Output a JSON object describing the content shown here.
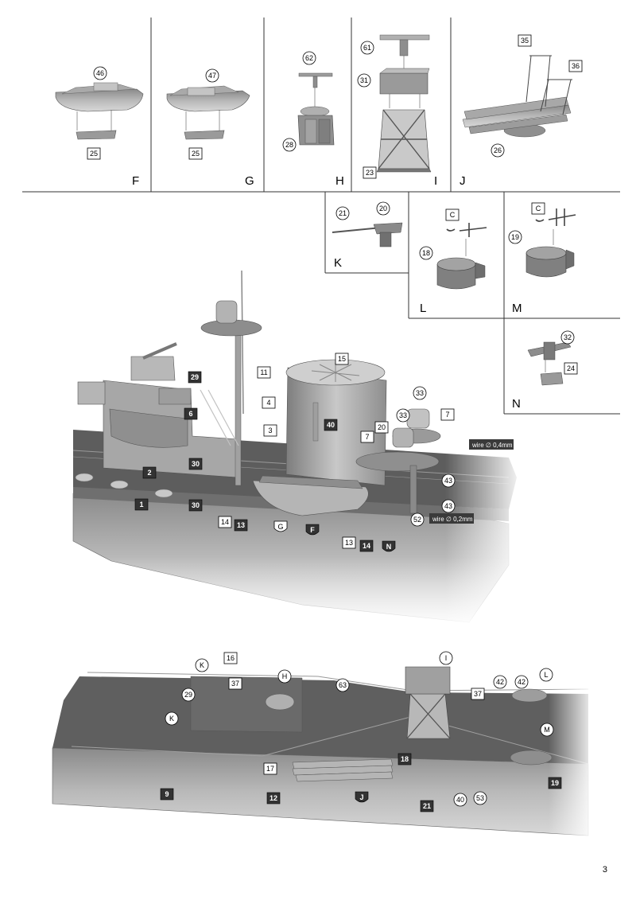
{
  "page_number": "3",
  "panels": {
    "F": {
      "letter": "F",
      "parts": [
        "46",
        "25"
      ]
    },
    "G": {
      "letter": "G",
      "parts": [
        "47",
        "25"
      ]
    },
    "H": {
      "letter": "H",
      "parts": [
        "62",
        "28"
      ]
    },
    "I": {
      "letter": "I",
      "parts": [
        "61",
        "31",
        "23"
      ]
    },
    "J": {
      "letter": "J",
      "parts": [
        "35",
        "36",
        "26"
      ]
    },
    "K": {
      "letter": "K",
      "parts": [
        "21",
        "20"
      ]
    },
    "L": {
      "letter": "L",
      "parts": [
        "C",
        "18"
      ]
    },
    "M": {
      "letter": "M",
      "parts": [
        "C",
        "19"
      ]
    },
    "N": {
      "letter": "N",
      "parts": [
        "32",
        "24"
      ]
    }
  },
  "upper_assembly": {
    "labels": [
      "15",
      "11",
      "29",
      "4",
      "6",
      "3",
      "40",
      "33",
      "33",
      "20",
      "7",
      "7",
      "2",
      "30",
      "30",
      "1",
      "14",
      "13",
      "43",
      "43",
      "52",
      "13",
      "14"
    ],
    "callouts": [
      "G",
      "F",
      "N"
    ],
    "wire_notes": [
      "wire ∅ 0,4mm",
      "wire ∅ 0,2mm"
    ]
  },
  "lower_assembly": {
    "labels": [
      "16",
      "37",
      "29",
      "63",
      "37",
      "42",
      "42",
      "9",
      "17",
      "12",
      "18",
      "21",
      "40",
      "53",
      "19"
    ],
    "callouts": [
      "K",
      "H",
      "K",
      "I",
      "L",
      "M",
      "J"
    ]
  }
}
